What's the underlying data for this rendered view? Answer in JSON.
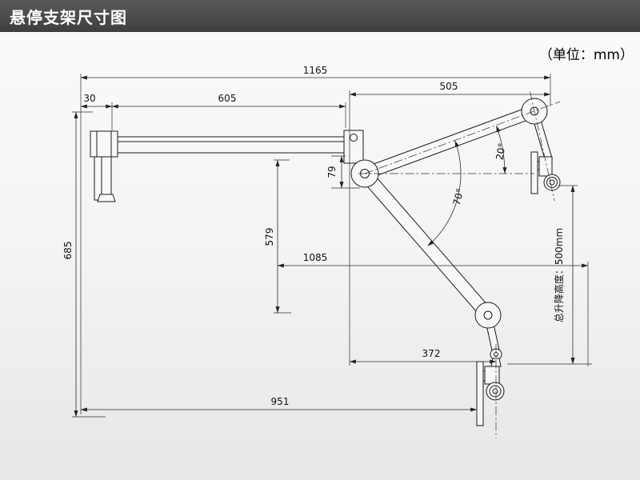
{
  "colors": {
    "header_bg": "#4a4a4a",
    "page_bg": "#f3f3f3",
    "line_color": "#1a1a1a"
  },
  "header": {
    "title": "悬停支架尺寸图"
  },
  "unit_note": "（单位：mm）",
  "diagram": {
    "dims": {
      "overall_width": "1165",
      "left_offset": "30",
      "front_arm": "605",
      "upper_arm": "505",
      "joint_drop": "79",
      "mid_height": "579",
      "overall_height": "685",
      "reach": "1085",
      "lower_offset": "372",
      "bottom_reach": "951",
      "tilt_angle": "20°",
      "elbow_angle": "70°",
      "lift_height_label": "总升降高度：500mm"
    }
  }
}
